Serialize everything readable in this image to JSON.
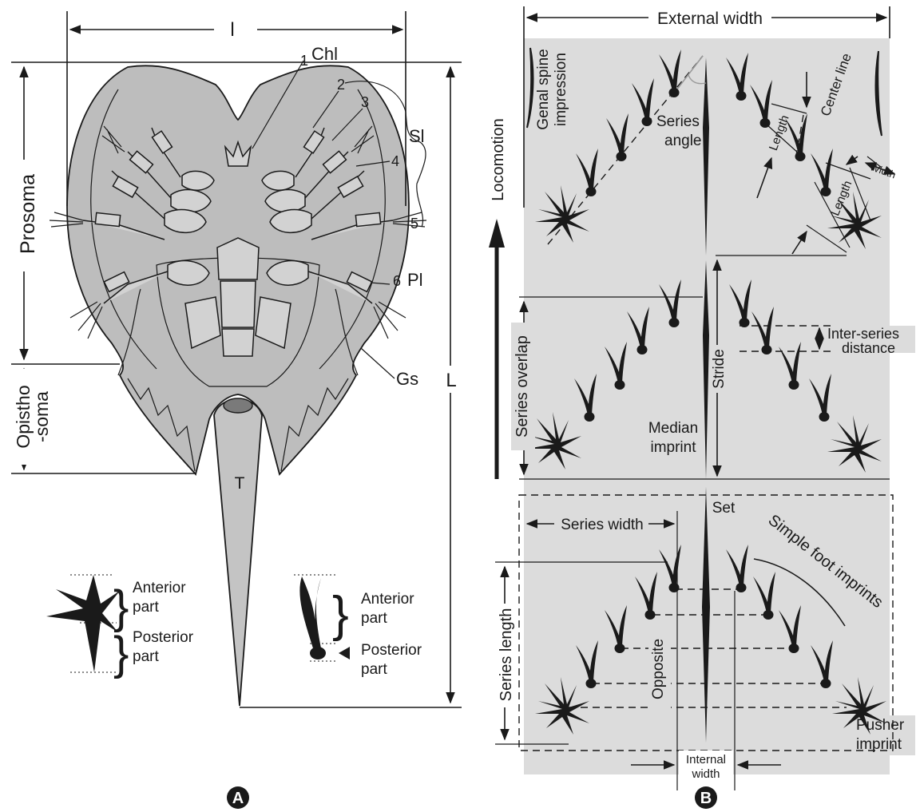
{
  "colors": {
    "body": "#bdbdbd",
    "plate": "#d2d2d2",
    "panel": "#dcdcdc",
    "ink": "#1a1a1a",
    "mouth": "#7a7a7a"
  },
  "panel_a": {
    "panel_label": "A",
    "l_label": "l",
    "big_l_label": "L",
    "prosoma": "Prosoma",
    "opistho_line1": "Opistho",
    "opistho_line2": "-soma",
    "chl": "Chl",
    "sl": "Sl",
    "pl": "Pl",
    "gs": "Gs",
    "telson": "T",
    "leg_numbers": [
      "1",
      "2",
      "3",
      "4",
      "5",
      "6"
    ],
    "legend_left": {
      "anterior_1": "Anterior",
      "anterior_2": "part",
      "posterior_1": "Posterior",
      "posterior_2": "part"
    },
    "legend_right": {
      "anterior_1": "Anterior",
      "anterior_2": "part",
      "posterior_1": "Posterior",
      "posterior_2": "part"
    }
  },
  "panel_b": {
    "panel_label": "B",
    "external_width": "External width",
    "genal_1": "Genal spine",
    "genal_2": "impression",
    "locomotion": "Locomotion",
    "series_angle_1": "Series",
    "series_angle_2": "angle",
    "center_line": "Center line",
    "length_a": "Length",
    "length_b": "Length",
    "width": "Width",
    "stride": "Stride",
    "series_overlap": "Series overlap",
    "inter_series_1": "Inter-series",
    "inter_series_2": "distance",
    "median_1": "Median",
    "median_2": "imprint",
    "set": "Set",
    "series_width": "Series width",
    "simple_foot": "Simple foot imprints",
    "series_length": "Series length",
    "opposite": "Opposite",
    "internal_1": "Internal",
    "internal_2": "width",
    "pusher_1": "Pusher",
    "pusher_2": "imprint"
  }
}
